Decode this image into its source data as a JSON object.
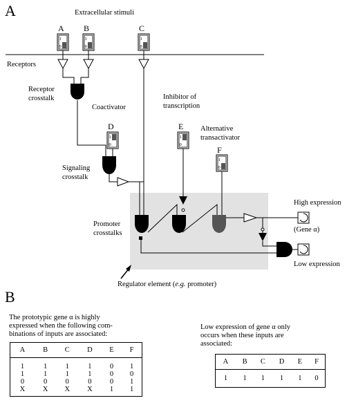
{
  "panels": {
    "a": "A",
    "b": "B"
  },
  "labels": {
    "extracellular_stimuli": "Extracellular stimuli",
    "receptors": "Receptors",
    "receptor_crosstalk": [
      "Receptor",
      "crosstalk"
    ],
    "coactivator": "Coactivator",
    "inhibitor": [
      "Inhibitor of",
      "transcription"
    ],
    "alternative": [
      "Alternative",
      "transactivator"
    ],
    "signaling_crosstalk": [
      "Signaling",
      "crosstalk"
    ],
    "promoter_crosstalks": [
      "Promoter",
      "crosstalks"
    ],
    "high_expression": "High expression",
    "gene": "(Gene α)",
    "low_expression": "Low expression",
    "regulator": [
      "Regulator element (",
      "e.g.",
      " promoter)"
    ]
  },
  "switches": [
    {
      "id": "A",
      "letter": "A",
      "top": "1",
      "bottom": "0"
    },
    {
      "id": "B",
      "letter": "B",
      "top": "1",
      "bottom": "0"
    },
    {
      "id": "C",
      "letter": "C",
      "top": "1",
      "bottom": "0"
    },
    {
      "id": "D",
      "letter": "D",
      "top": "1",
      "bottom": "0"
    },
    {
      "id": "E",
      "letter": "E",
      "top": "1",
      "bottom": "0"
    },
    {
      "id": "F",
      "letter": "F",
      "top": "1",
      "bottom": "0"
    }
  ],
  "high_text": [
    "The prototypic gene α is highly",
    "expressed when the following com-",
    "binations of inputs are associated:"
  ],
  "low_text": [
    "Low expression of gene α only",
    "occurs when these inputs are",
    "associated:"
  ],
  "high_table": {
    "headers": [
      "A",
      "B",
      "C",
      "D",
      "E",
      "F"
    ],
    "rows": [
      [
        "1",
        "1",
        "1",
        "1",
        "0",
        "1"
      ],
      [
        "1",
        "1",
        "1",
        "1",
        "0",
        "0"
      ],
      [
        "0",
        "0",
        "0",
        "0",
        "0",
        "1"
      ],
      [
        "X",
        "X",
        "X",
        "X",
        "1",
        "1"
      ]
    ]
  },
  "low_table": {
    "headers": [
      "A",
      "B",
      "C",
      "D",
      "E",
      "F"
    ],
    "rows": [
      [
        "1",
        "1",
        "1",
        "1",
        "1",
        "0"
      ]
    ]
  }
}
